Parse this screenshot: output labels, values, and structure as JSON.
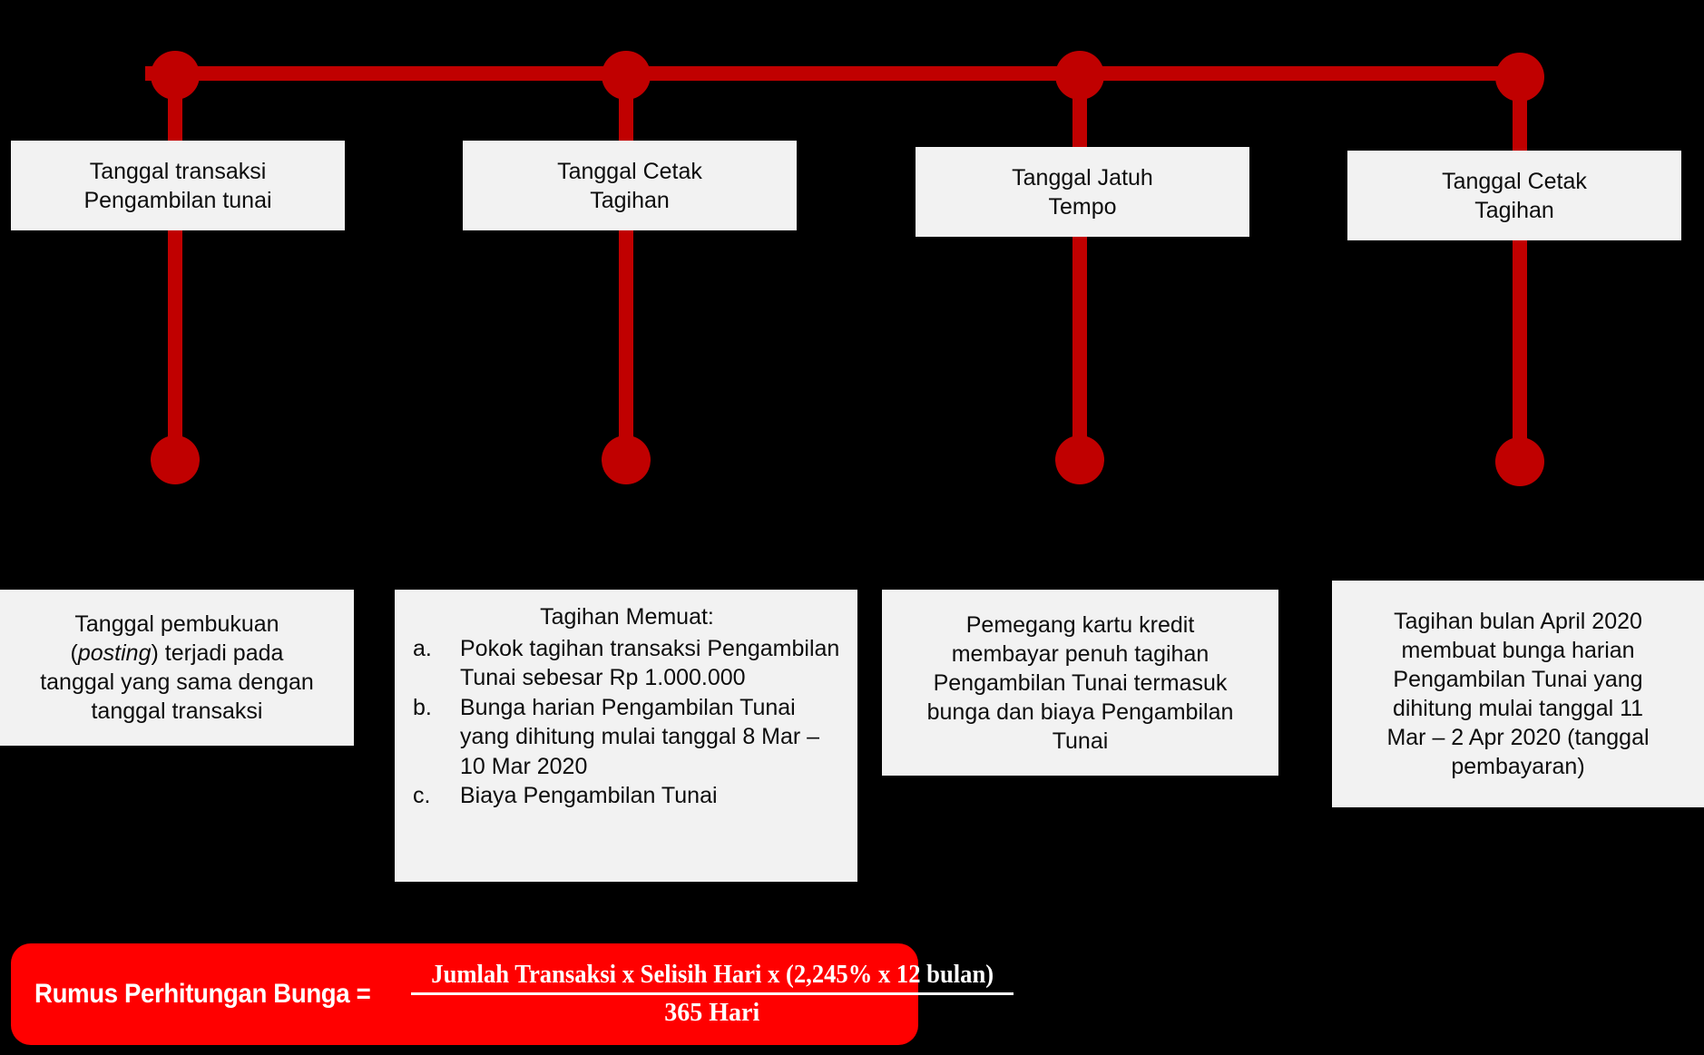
{
  "theme": {
    "background": "#000000",
    "timeline_color": "#C00000",
    "box_fill": "#F2F2F2",
    "box_text": "#0D0D0D",
    "formula_fill": "#FF0000",
    "formula_text": "#FFFFFF"
  },
  "timeline": {
    "milestones": [
      {
        "id": "m1",
        "label_line1": "Tanggal transaksi",
        "label_line2": "Pengambilan tunai"
      },
      {
        "id": "m2",
        "label_line1": "Tanggal Cetak",
        "label_line2": "Tagihan"
      },
      {
        "id": "m3",
        "label_line1": "Tanggal Jatuh",
        "label_line2": "Tempo"
      },
      {
        "id": "m4",
        "label_line1": "Tanggal Cetak",
        "label_line2": "Tagihan"
      }
    ]
  },
  "details": {
    "d1": {
      "line1": "Tanggal pembukuan",
      "italic_word": "posting",
      "line2_prefix": "(",
      "line2_suffix": ") terjadi pada",
      "line3": "tanggal yang sama dengan",
      "line4": "tanggal transaksi"
    },
    "d2": {
      "title": "Tagihan Memuat:",
      "items": [
        {
          "marker": "a.",
          "text": "Pokok tagihan transaksi Pengambilan Tunai sebesar Rp 1.000.000"
        },
        {
          "marker": "b.",
          "text": "Bunga harian Pengambilan Tunai yang dihitung mulai tanggal 8 Mar – 10 Mar 2020"
        },
        {
          "marker": "c.",
          "text": "Biaya Pengambilan Tunai"
        }
      ]
    },
    "d3": {
      "line1": "Pemegang kartu kredit",
      "line2": "membayar penuh tagihan",
      "line3": "Pengambilan Tunai termasuk",
      "line4": "bunga dan biaya Pengambilan",
      "line5": "Tunai"
    },
    "d4": {
      "line1": "Tagihan bulan April 2020",
      "line2": "membuat bunga harian",
      "line3": "Pengambilan Tunai yang",
      "line4": "dihitung mulai tanggal 11",
      "line5": "Mar – 2 Apr 2020 (tanggal",
      "line6": "pembayaran)"
    }
  },
  "formula": {
    "label": "Rumus Perhitungan Bunga =",
    "numerator": "Jumlah Transaksi x Selisih Hari x (2,245% x 12 bulan)",
    "denominator": "365 Hari"
  }
}
